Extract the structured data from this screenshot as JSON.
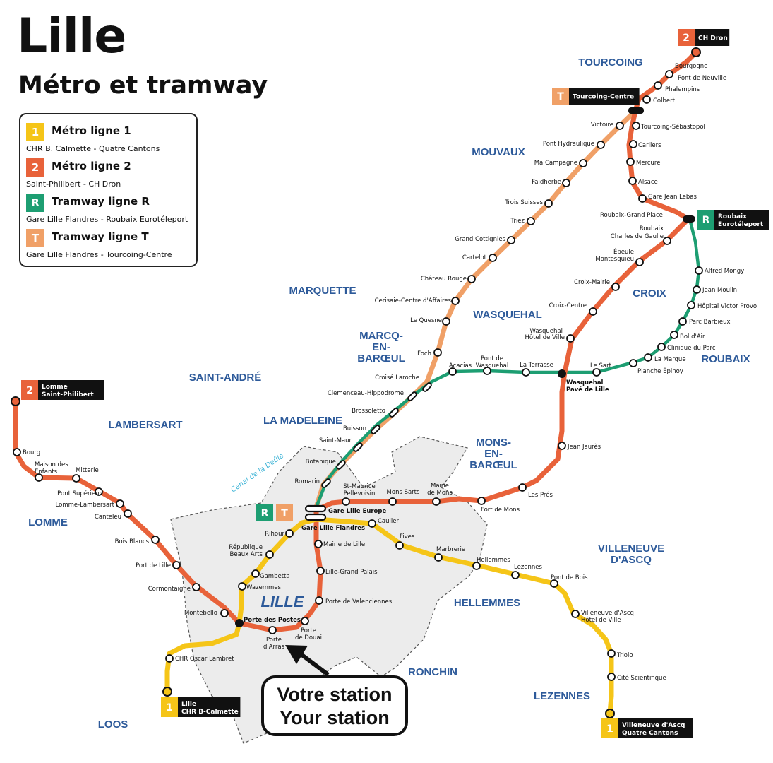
{
  "title": "Lille",
  "subtitle": "Métro et tramway",
  "colors": {
    "m1": "#f5c518",
    "m2": "#e8623a",
    "tr": "#1d9e72",
    "tt": "#f0a067",
    "district_text": "#2d5a9a",
    "canal": "#3bb3d6",
    "zone_fill": "#ececec"
  },
  "legend": [
    {
      "badge": "1",
      "name": "Métro ligne 1",
      "desc": "CHR B. Calmette - Quatre Cantons",
      "color": "#f5c518"
    },
    {
      "badge": "2",
      "name": "Métro ligne 2",
      "desc": "Saint-Philibert - CH Dron",
      "color": "#e8623a"
    },
    {
      "badge": "R",
      "name": "Tramway ligne R",
      "desc": "Gare Lille Flandres - Roubaix Eurotéleport",
      "color": "#1d9e72"
    },
    {
      "badge": "T",
      "name": "Tramway ligne T",
      "desc": "Gare Lille Flandres - Tourcoing-Centre",
      "color": "#f0a067"
    }
  ],
  "callout": {
    "line1": "Votre station",
    "line2": "Your station"
  },
  "canal_label": "Canal de la Deûle",
  "districts": [
    "TOURCOING",
    "MOUVAUX",
    "MARQUETTE",
    "WASQUEHAL",
    "CROIX",
    "ROUBAIX",
    "MARCQ-",
    "EN-",
    "BARŒUL",
    "SAINT-ANDRÉ",
    "LAMBERSART",
    "LA MADELEINE",
    "MONS-",
    "EN-",
    "BARŒUL",
    "LOMME",
    "LILLE",
    "VILLENEUVE",
    "D'ASCQ",
    "HELLEMMES",
    "RONCHIN",
    "LEZENNES",
    "LOOS"
  ],
  "stations": [
    "Bourgogne",
    "Pont de Neuville",
    "Phalempins",
    "Colbert",
    "Tourcoing-Sébastopol",
    "Carliers",
    "Mercure",
    "Alsace",
    "Gare Jean Lebas",
    "Roubaix-Grand Place",
    "Roubaix",
    "Charles de Gaulle",
    "Épeule",
    "Montesquieu",
    "Croix-Mairie",
    "Croix-Centre",
    "Wasquehal",
    "Hôtel de Ville",
    "Wasquehal",
    "Pavé de Lille",
    "Jean Jaurès",
    "Les Prés",
    "Fort de Mons",
    "Mairie",
    "de Mons",
    "Mons Sarts",
    "St-Maurice",
    "Pellevoisin",
    "Gare Lille Europe",
    "Gare Lille Flandres",
    "Mairie de Lille",
    "Lille-Grand Palais",
    "Porte de Valenciennes",
    "Porte",
    "de Douai",
    "Porte",
    "d'Arras",
    "Porte des Postes",
    "Montebello",
    "Cormontaigne",
    "Port de Lille",
    "Bois Blancs",
    "Canteleu",
    "Lomme-Lambersart",
    "Pont Supérieur",
    "Mitterie",
    "Maison des",
    "Enfants",
    "Bourg",
    "CHR Oscar Lambret",
    "Wazemmes",
    "Gambetta",
    "République",
    "Beaux Arts",
    "Rihour",
    "Caulier",
    "Fives",
    "Marbrerie",
    "Hellemmes",
    "Lezennes",
    "Pont de Bois",
    "Villeneuve d'Ascq",
    "Hôtel de Ville",
    "Triolo",
    "Cité Scientifique",
    "Alfred Mongy",
    "Jean Moulin",
    "Hôpital Victor Provo",
    "Parc Barbieux",
    "Bol d'Air",
    "Clinique du Parc",
    "La Marque",
    "Planche Épinoy",
    "Le Sart",
    "La Terrasse",
    "Pont de",
    "Wasquehal",
    "Acacias",
    "Croisé Laroche",
    "Clemenceau-Hippodrome",
    "Brossoletto",
    "Buisson",
    "Saint-Maur",
    "Botanique",
    "Romarin",
    "Foch",
    "Le Quesne",
    "Cerisaie-Centre d'Affaires",
    "Château Rouge",
    "Cartelot",
    "Grand Cottignies",
    "Triez",
    "Trois Suisses",
    "Faidherbe",
    "Ma Campagne",
    "Pont Hydraulique",
    "Victoire"
  ],
  "terminals": [
    {
      "badge": "2",
      "line1": "CH Dron",
      "line2": "",
      "color": "#e8623a"
    },
    {
      "badge": "T",
      "line1": "Tourcoing-Centre",
      "line2": "",
      "color": "#f0a067"
    },
    {
      "badge": "R",
      "line1": "Roubaix",
      "line2": "Eurotéleport",
      "color": "#1d9e72"
    },
    {
      "badge": "2",
      "line1": "Lomme",
      "line2": "Saint-Philibert",
      "color": "#e8623a"
    },
    {
      "badge": "1",
      "line1": "Lille",
      "line2": "CHR B-Calmette",
      "color": "#f5c518"
    },
    {
      "badge": "1",
      "line1": "Villeneuve d'Ascq",
      "line2": "Quatre Cantons",
      "color": "#f5c518"
    }
  ],
  "hub_badges": [
    "R",
    "T"
  ]
}
